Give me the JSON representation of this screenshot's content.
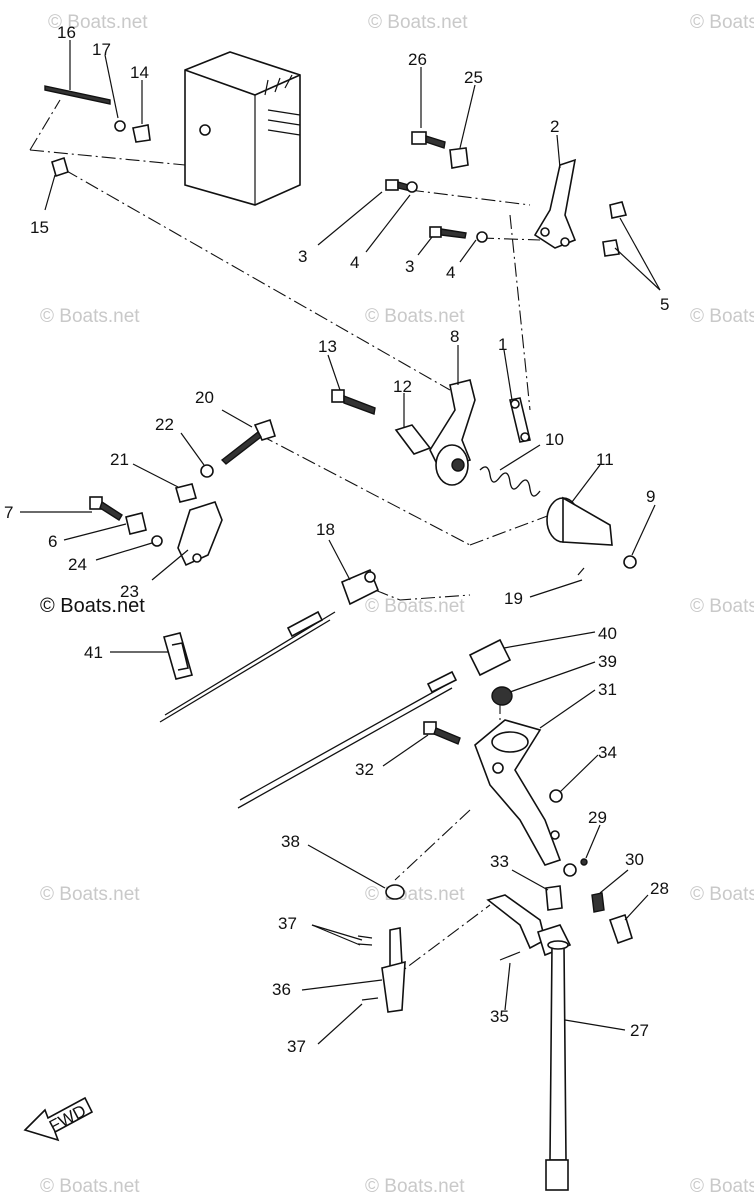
{
  "watermark": "© Boats.net",
  "fwd_label": "FWD",
  "callouts": [
    "16",
    "17",
    "14",
    "15",
    "26",
    "25",
    "2",
    "3",
    "4",
    "3",
    "4",
    "5",
    "13",
    "8",
    "1",
    "12",
    "10",
    "11",
    "9",
    "20",
    "22",
    "21",
    "7",
    "6",
    "24",
    "23",
    "18",
    "19",
    "40",
    "39",
    "31",
    "41",
    "32",
    "34",
    "29",
    "30",
    "33",
    "28",
    "38",
    "37",
    "36",
    "37",
    "35",
    "27"
  ]
}
